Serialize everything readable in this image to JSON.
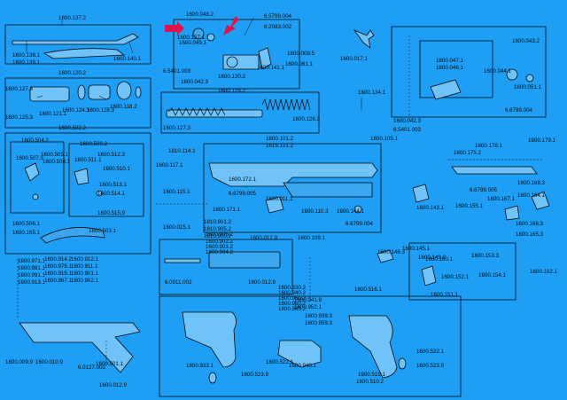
{
  "arrow_color": "#e0134b",
  "background_color": "#1e9ef4",
  "labels": [
    "1600.137.2",
    "1600.138.1",
    "1600.139.1",
    "1600.140.1",
    "1600.120.2",
    "1600.127.3",
    "1600.125.3",
    "1600.121.1",
    "1600.124.3",
    "1600.128.3",
    "1600.118.2",
    "1600.502.2",
    "1600.504.2",
    "1600.507.3",
    "1600.505.1",
    "1600.508.1",
    "1600.509.2",
    "1600.511.1",
    "1600.512.3",
    "1600.510.1",
    "1600.513.1",
    "1600.514.1",
    "1600.515.9",
    "1600.506.1",
    "1600.165.1",
    "1600.503.1",
    "1600.048.2",
    "1600.137.1",
    "1600.049.1",
    "6.5799.004",
    "6.2083.002",
    "6.5401.003",
    "1600.042.3",
    "1600.130.2",
    "1600.008.5",
    "1600.141.1",
    "1600.061.1",
    "1600.017.1",
    "1600.125.2",
    "1600.126.3",
    "1600.127.3",
    "1600.134.1",
    "1600.042.3",
    "6.5401.003",
    "1600.105.1",
    "1600.101.2",
    "1615.101.2",
    "1810.114.1",
    "1600.117.1",
    "1600.115.1",
    "1600.172.1",
    "6.6799.005",
    "1600.171.1",
    "1600.011.1",
    "1600.110.3",
    "1600.144.1",
    "6.6799.004",
    "1600.109.1",
    "1600.015.1",
    "1600.905.2",
    "1600.902.2",
    "1600.903.2",
    "1600.904.2",
    "1600.043.2",
    "1600.047.1",
    "1600.046.1",
    "1600.044.1",
    "1600.051.1",
    "6.6799.004",
    "1600.175.2",
    "1600.178.1",
    "1600.179.1",
    "1600.168.3",
    "6.6799.005",
    "1600.143.1",
    "1600.155.1",
    "1600.167.1",
    "1600.164.1",
    "1600.166.3",
    "1600.165.3",
    "1600.162.1",
    "1810.901.2",
    "1810.905.2",
    "1810.900.2",
    "1600.012.9",
    "6.0911.002",
    "1600.012.9",
    "1600.146.3",
    "1600.145.1",
    "1600.149.2",
    "1600.150.1",
    "1600.153.3",
    "1600.152.1",
    "1600.154.1",
    "1600.151.1",
    "1600.930.2",
    "1600.940.2",
    "1600.950.2",
    "1600.960.2",
    "1600.965.2",
    "1600.516.1",
    "1600.941.9",
    "1600.952.1",
    "1600.939.3",
    "1600.959.3",
    "1600.523.9",
    "1600.522.1",
    "1600.940.1",
    "1600.933.1",
    "1600.515.1",
    "1600.510.2",
    "1600.523.9",
    "1600.522.1",
    "1600.971.1",
    "1600.981.1",
    "1600.991.1",
    "1600.913.1",
    "1600.914.2",
    "1600.975.1",
    "1600.915.1",
    "1600.967.1",
    "1600.912.1",
    "1600.911.1",
    "1600.901.1",
    "1600.902.1",
    "1600.009.9",
    "1600.010.9",
    "6.0127.002",
    "1600.501.1",
    "1600.012.9"
  ]
}
